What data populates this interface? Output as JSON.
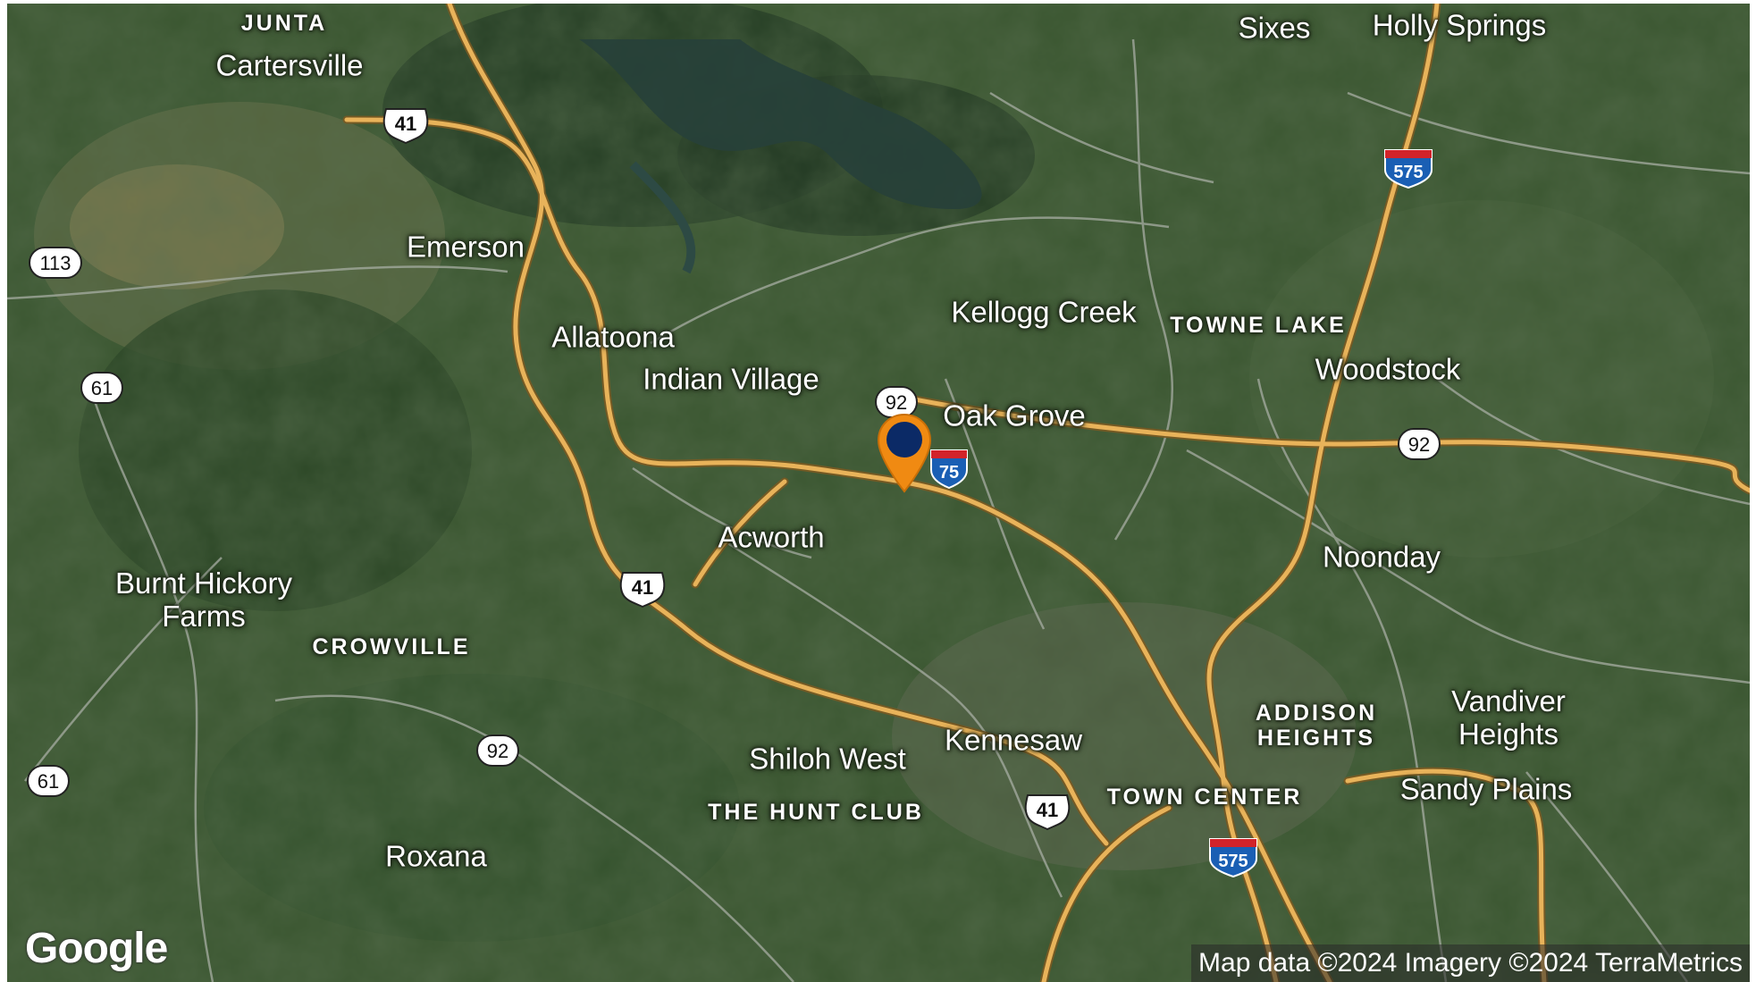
{
  "map": {
    "places": [
      {
        "id": "junta",
        "label": "JUNTA",
        "kind": "district"
      },
      {
        "id": "cartersville",
        "label": "Cartersville",
        "kind": "city"
      },
      {
        "id": "emerson",
        "label": "Emerson",
        "kind": "city"
      },
      {
        "id": "allatoona",
        "label": "Allatoona",
        "kind": "city"
      },
      {
        "id": "indian-village",
        "label": "Indian Village",
        "kind": "city"
      },
      {
        "id": "kellogg-creek",
        "label": "Kellogg Creek",
        "kind": "city"
      },
      {
        "id": "towne-lake",
        "label": "TOWNE LAKE",
        "kind": "district"
      },
      {
        "id": "woodstock",
        "label": "Woodstock",
        "kind": "city"
      },
      {
        "id": "sixes",
        "label": "Sixes",
        "kind": "city"
      },
      {
        "id": "holly-springs",
        "label": "Holly Springs",
        "kind": "city"
      },
      {
        "id": "oak-grove",
        "label": "Oak Grove",
        "kind": "city"
      },
      {
        "id": "acworth",
        "label": "Acworth",
        "kind": "city"
      },
      {
        "id": "noonday",
        "label": "Noonday",
        "kind": "city"
      },
      {
        "id": "burnt-hickory-farms",
        "label": "Burnt Hickory\nFarms",
        "kind": "city"
      },
      {
        "id": "crowville",
        "label": "CROWVILLE",
        "kind": "district"
      },
      {
        "id": "kennesaw",
        "label": "Kennesaw",
        "kind": "city"
      },
      {
        "id": "shiloh-west",
        "label": "Shiloh West",
        "kind": "city"
      },
      {
        "id": "the-hunt-club",
        "label": "THE HUNT CLUB",
        "kind": "district"
      },
      {
        "id": "addison-heights",
        "label": "ADDISON\nHEIGHTS",
        "kind": "district"
      },
      {
        "id": "town-center",
        "label": "TOWN CENTER",
        "kind": "district"
      },
      {
        "id": "vandiver-heights",
        "label": "Vandiver\nHeights",
        "kind": "city"
      },
      {
        "id": "sandy-plains",
        "label": "Sandy Plains",
        "kind": "city"
      },
      {
        "id": "roxana",
        "label": "Roxana",
        "kind": "city"
      }
    ],
    "shields": [
      {
        "id": "us-41-north",
        "number": "41",
        "type": "us"
      },
      {
        "id": "sr-113",
        "number": "113",
        "type": "state"
      },
      {
        "id": "sr-61-north",
        "number": "61",
        "type": "state"
      },
      {
        "id": "sr-92-acworth",
        "number": "92",
        "type": "state"
      },
      {
        "id": "i-75",
        "number": "75",
        "type": "interstate"
      },
      {
        "id": "i-575-north",
        "number": "575",
        "type": "interstate"
      },
      {
        "id": "sr-92-east",
        "number": "92",
        "type": "state"
      },
      {
        "id": "us-41-middle",
        "number": "41",
        "type": "us"
      },
      {
        "id": "sr-92-south",
        "number": "92",
        "type": "state"
      },
      {
        "id": "sr-61-south",
        "number": "61",
        "type": "state"
      },
      {
        "id": "us-41-south",
        "number": "41",
        "type": "us"
      },
      {
        "id": "i-575-south",
        "number": "575",
        "type": "interstate"
      }
    ],
    "marker": {
      "icon": "map-pin-icon",
      "fill": "#f08a12",
      "dot": "#0b2a66"
    },
    "logo": "Google",
    "attribution": "Map data ©2024 Imagery ©2024 TerraMetrics",
    "colors": {
      "highway": "#e8b35a",
      "road": "#9aa39a",
      "interstate_blue": "#1a5fb4",
      "interstate_red": "#d2232a"
    }
  }
}
